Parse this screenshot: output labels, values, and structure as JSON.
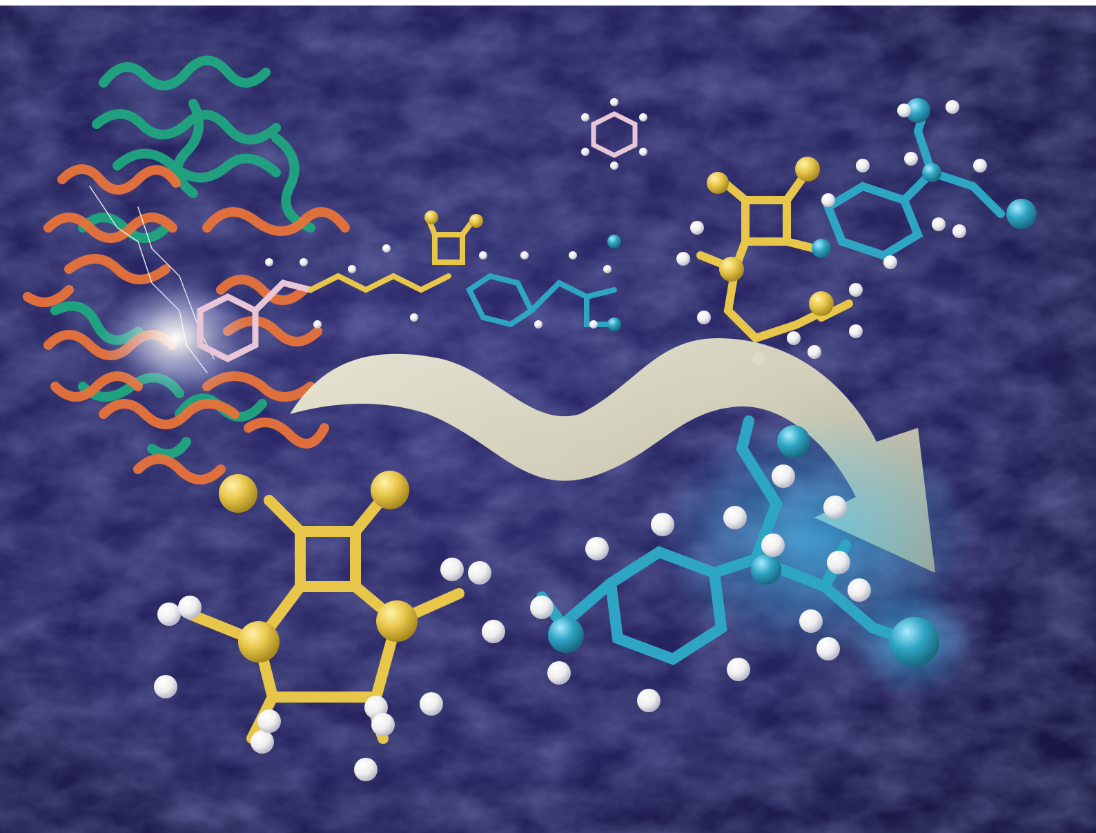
{
  "palette": {
    "background_dark": "#14123a",
    "background_mid": "#2a2766",
    "background_light": "#3a3a82",
    "protein_green": "#1fa67f",
    "protein_orange": "#e8733a",
    "yellow_molecule": "#e8c64a",
    "cyan_molecule": "#2fa5c4",
    "pink_molecule": "#e8c6d8",
    "hydrogen_white": "#f2f2f2",
    "ribbon_arrow": "#d9d6bd",
    "glow_cyan": "#49d0ff",
    "spark_white": "#ffffff"
  },
  "scene_elements": [
    "protein-ribbon-structure",
    "enzyme-spark-glow",
    "substrate-chain-molecule",
    "small-pink-benzene-molecule",
    "upper-right-product-molecules",
    "curved-reaction-arrow",
    "lower-left-yellow-molecule",
    "lower-right-cyan-molecule"
  ]
}
